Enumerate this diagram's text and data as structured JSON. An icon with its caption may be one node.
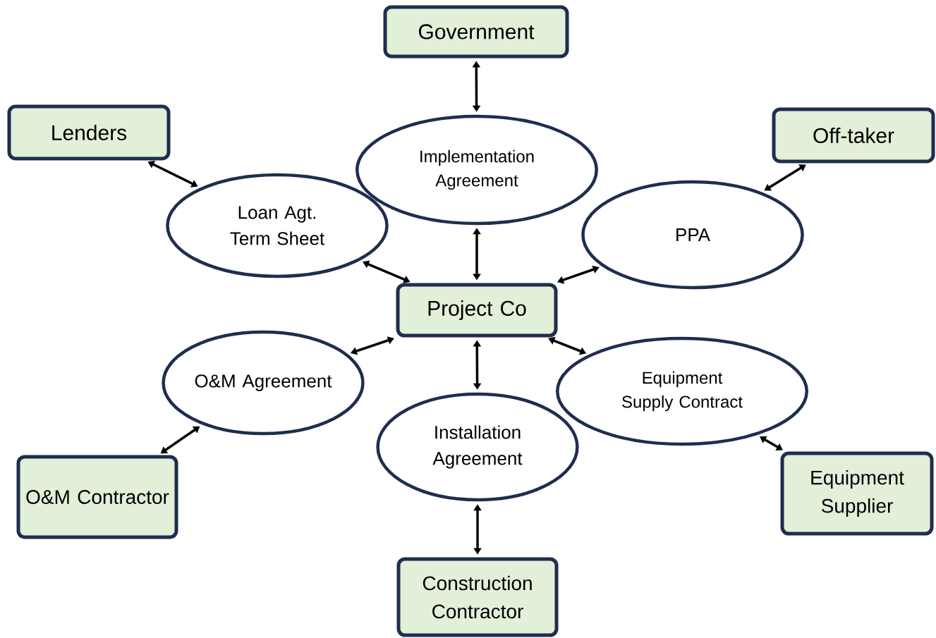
{
  "diagram": {
    "nodes": [
      {
        "text": [
          "Government"
        ]
      },
      {
        "text": [
          "Lenders"
        ]
      },
      {
        "text": [
          "Implementation Agreement"
        ]
      },
      {
        "text": [
          "Off-taker"
        ]
      },
      {
        "text": [
          "Loan Agt. Term Sheet"
        ]
      },
      {
        "text": [
          "PPA"
        ]
      },
      {
        "text": [
          "Project Co"
        ]
      },
      {
        "text": [
          "O&M Agreement"
        ]
      },
      {
        "text": [
          "Equipment Supply Contract"
        ]
      },
      {
        "text": [
          "Installation Agreement"
        ]
      },
      {
        "text": [
          "O&M Contractor"
        ]
      },
      {
        "text": [
          "Equipment Supplier"
        ]
      },
      {
        "text": [
          "Construction Contractor"
        ]
      }
    ],
    "edges": [
      {
        "from": 0,
        "to": 2,
        "arrow": "both"
      },
      {
        "from": 2,
        "to": 6,
        "arrow": "both"
      },
      {
        "from": 1,
        "to": 4,
        "arrow": "both"
      },
      {
        "from": 4,
        "to": 6,
        "arrow": "both"
      },
      {
        "from": 3,
        "to": 5,
        "arrow": "both"
      },
      {
        "from": 5,
        "to": 6,
        "arrow": "both"
      },
      {
        "from": 6,
        "to": 7,
        "arrow": "both"
      },
      {
        "from": 7,
        "to": 10,
        "arrow": "both"
      },
      {
        "from": 6,
        "to": 9,
        "arrow": "both"
      },
      {
        "from": 9,
        "to": 12,
        "arrow": "both"
      },
      {
        "from": 6,
        "to": 8,
        "arrow": "both"
      },
      {
        "from": 8,
        "to": 11,
        "arrow": "both"
      }
    ]
  }
}
